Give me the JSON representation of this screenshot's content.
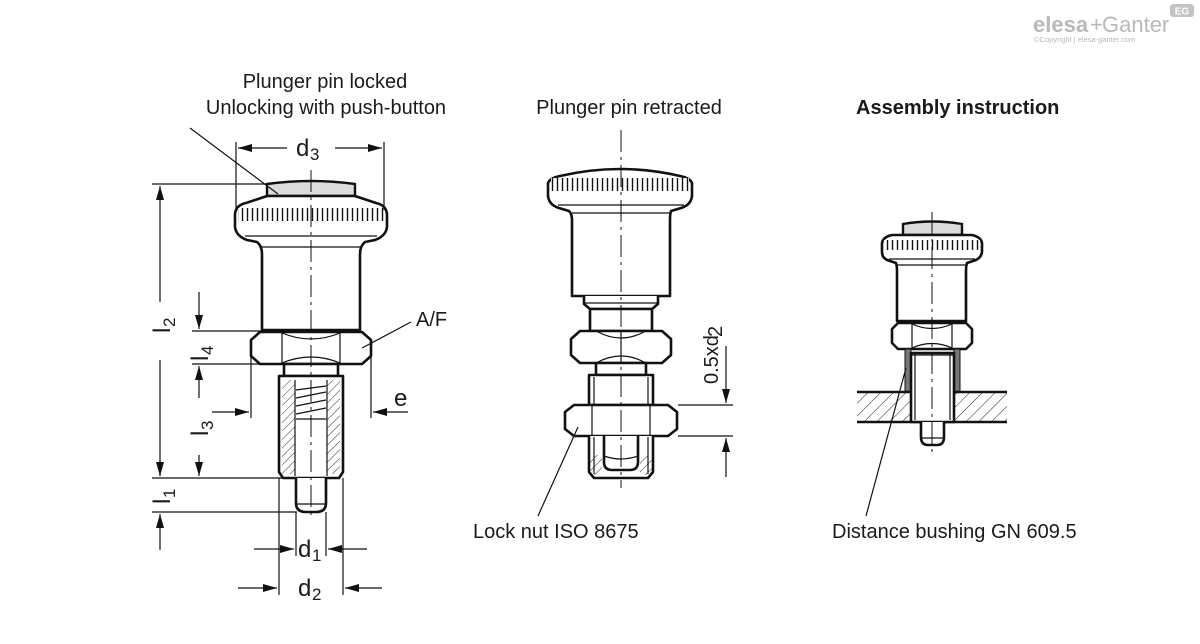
{
  "logo": {
    "brand_left": "elesa",
    "brand_plus": "+",
    "brand_right": "Ganter",
    "badge": "EG",
    "copyright": "©Copyright | elesa-ganter.com"
  },
  "views": {
    "locked": {
      "title_line1": "Plunger pin locked",
      "title_line2": "Unlocking with push-button"
    },
    "retracted": {
      "title": "Plunger pin retracted",
      "callout": "Lock nut ISO 8675",
      "dimension": {
        "base": "0.5xd",
        "sub": "2"
      }
    },
    "assembly": {
      "title": "Assembly instruction",
      "callout": "Distance bushing GN 609.5"
    }
  },
  "dimensions": {
    "d3": {
      "base": "d",
      "sub": "3"
    },
    "d1": {
      "base": "d",
      "sub": "1"
    },
    "d2": {
      "base": "d",
      "sub": "2"
    },
    "l1": {
      "base": "l",
      "sub": "1"
    },
    "l2": {
      "base": "l",
      "sub": "2"
    },
    "l3": {
      "base": "l",
      "sub": "3"
    },
    "l4": {
      "base": "l",
      "sub": "4"
    },
    "af": "A/F",
    "e": "e"
  }
}
